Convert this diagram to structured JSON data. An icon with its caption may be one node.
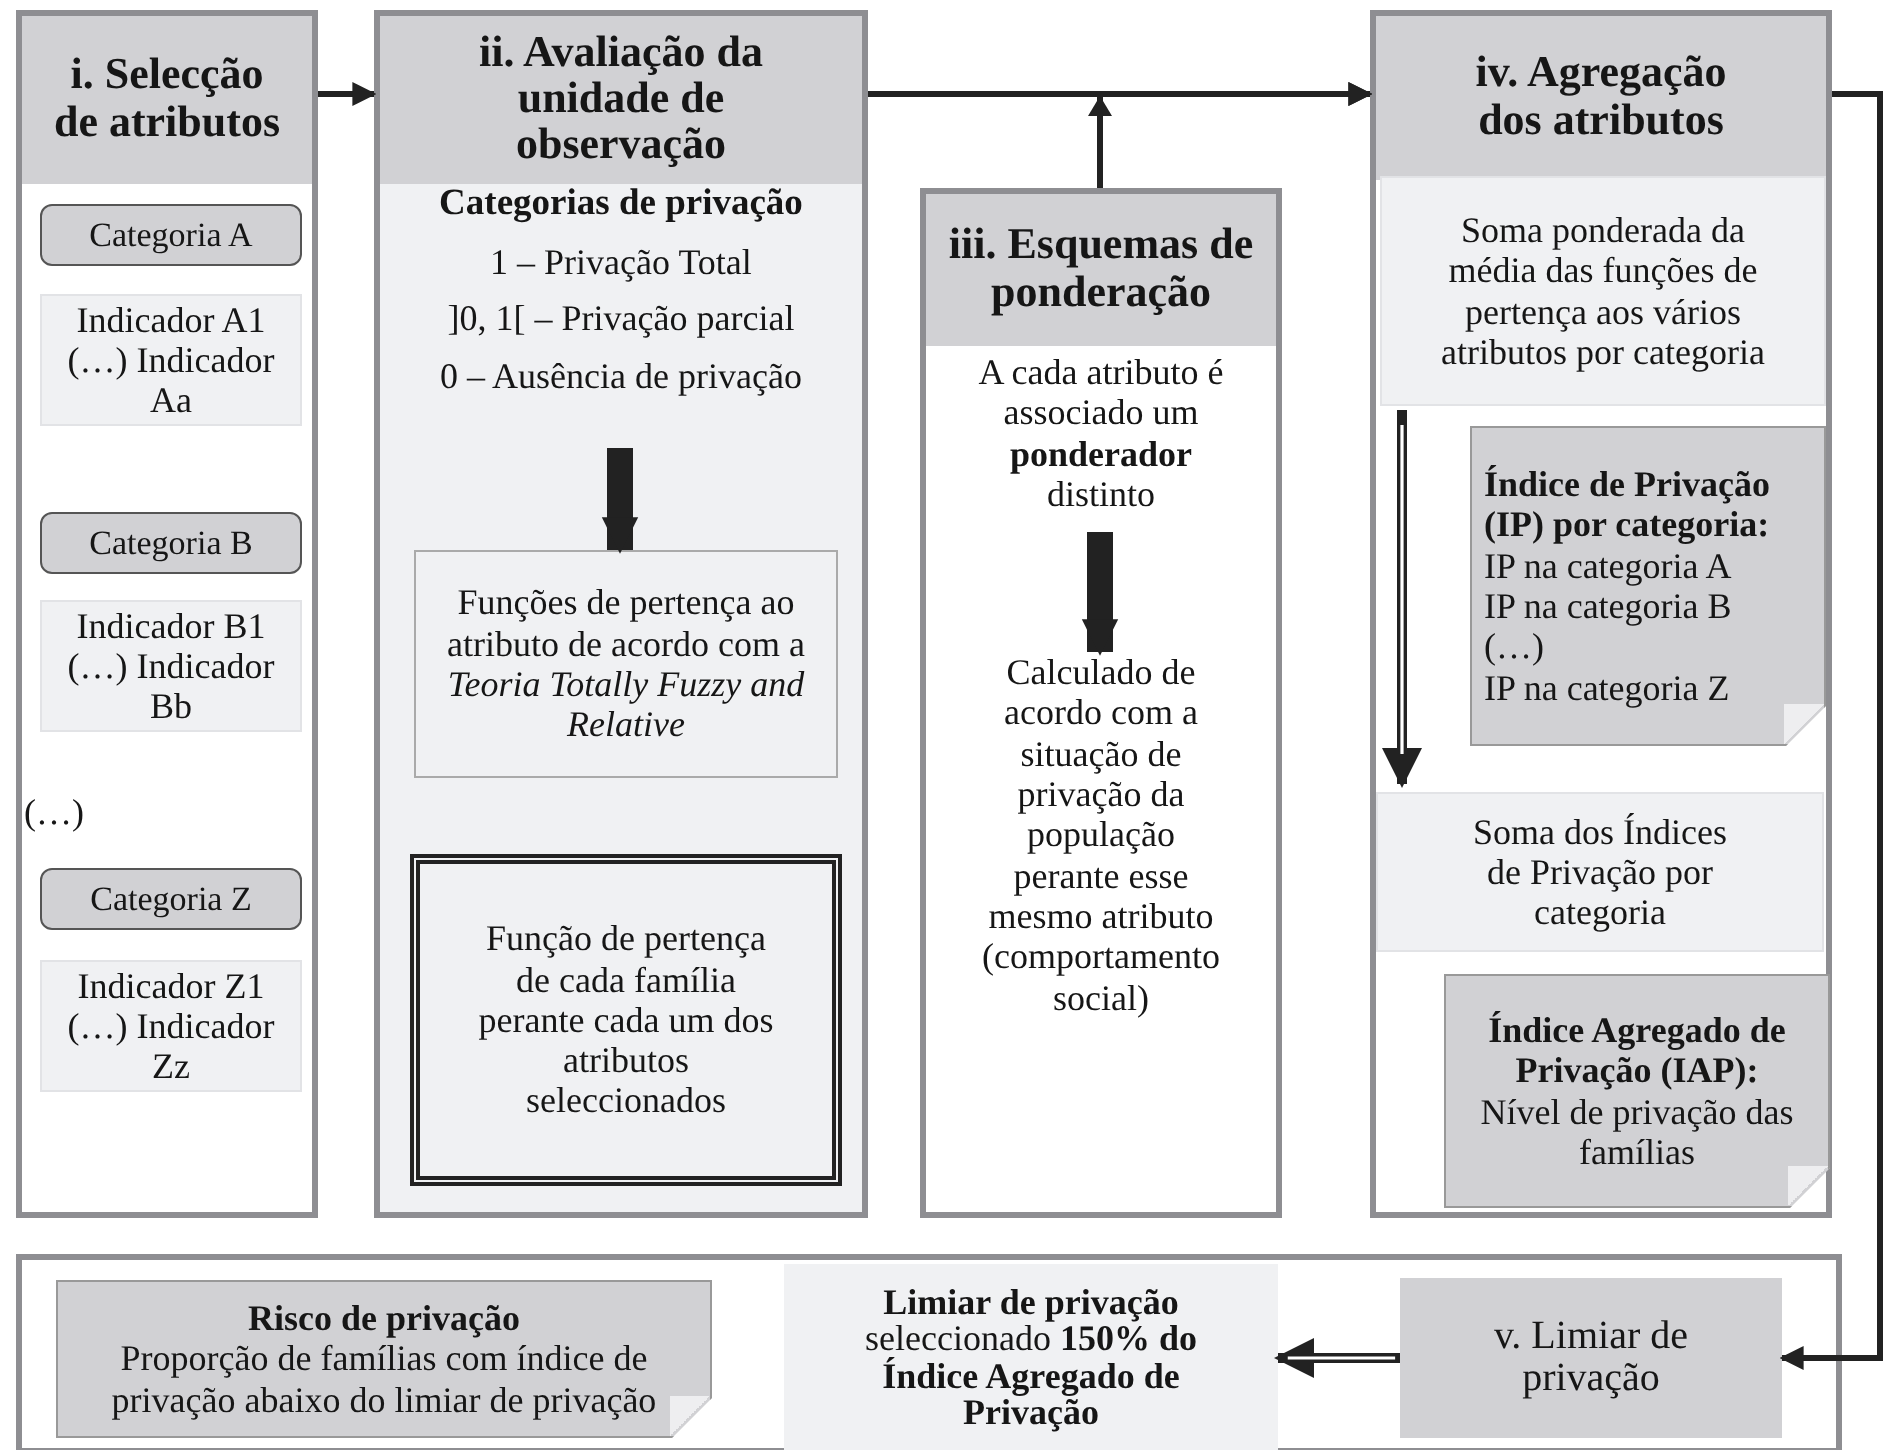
{
  "diagram": {
    "nodes": [
      {
        "text": [
          "i. Selecção de atributos",
          "(…)"
        ]
      },
      {
        "text": [
          "Categoria A"
        ],
        "in": 0
      },
      {
        "text": [
          "Indicador A1 (…) Indicador Aa"
        ],
        "in": 0
      },
      {
        "text": [
          "Categoria B"
        ],
        "in": 0
      },
      {
        "text": [
          "Indicador B1 (…) Indicador Bb"
        ],
        "in": 0
      },
      {
        "text": [
          "Categoria Z"
        ],
        "in": 0
      },
      {
        "text": [
          "Indicador Z1 (…) Indicador Zz"
        ],
        "in": 0
      },
      {
        "text": [
          "ii. Avaliação da unidade de observação"
        ]
      },
      {
        "text": [
          "Categorias de privação",
          "1 – Privação Total",
          "]0, 1[ – Privação parcial",
          "0 – Ausência de privação"
        ],
        "in": 7
      },
      {
        "text": [
          "Funções de pertença ao atributo de acordo com a *Teoria Totally Fuzzy and Relative*"
        ],
        "in": 7
      },
      {
        "text": [
          "Função de pertença de cada família perante cada um dos atributos seleccionados"
        ],
        "in": 7
      },
      {
        "text": [
          "iii. Esquemas de ponderação"
        ]
      },
      {
        "text": [
          "A cada atributo é associado um **ponderador** distinto"
        ],
        "in": 11
      },
      {
        "text": [
          "Calculado de acordo com a situação de privação da população perante esse mesmo atributo (comportamento social)"
        ],
        "in": 11
      },
      {
        "text": [
          "iv. Agregação dos atributos"
        ]
      },
      {
        "text": [
          "Soma ponderada da média das funções de pertença aos vários atributos por categoria"
        ],
        "in": 14
      },
      {
        "text": [
          "Índice de Privação (IP) por categoria:",
          "IP na categoria A",
          "IP na categoria B",
          "(…)",
          "IP na categoria Z"
        ],
        "in": 14
      },
      {
        "text": [
          "Soma dos Índices de Privação por categoria"
        ],
        "in": 14
      },
      {
        "text": [
          "Índice Agregado de Privação (IAP):",
          "Nível de privação das famílias"
        ],
        "in": 14
      },
      {
        "text": [],
        "shape": "box"
      },
      {
        "text": [
          "Risco de privação",
          "Proporção de famílias com índice de privação abaixo do limiar de privação"
        ],
        "in": 19
      },
      {
        "text": [
          "**Limiar de privação** seleccionado **150%** **do Índice Agregado de Privação**"
        ],
        "in": 19
      },
      {
        "text": [
          "v. Limiar de privação"
        ],
        "in": 19
      }
    ],
    "edges": [
      {
        "from": 0,
        "to": 7,
        "arrow": "to"
      },
      {
        "from": 7,
        "to": 14,
        "arrow": "to"
      },
      {
        "from": 11,
        "to": 14,
        "arrow": "to"
      },
      {
        "from": 14,
        "to": 22,
        "arrow": "to"
      },
      {
        "from": 22,
        "to": 21,
        "arrow": "to"
      },
      {
        "from": 8,
        "to": 9,
        "arrow": "to",
        "style": "thick"
      },
      {
        "from": 12,
        "to": 13,
        "arrow": "to",
        "style": "thick"
      },
      {
        "from": 15,
        "to": 17,
        "arrow": "to"
      }
    ]
  }
}
